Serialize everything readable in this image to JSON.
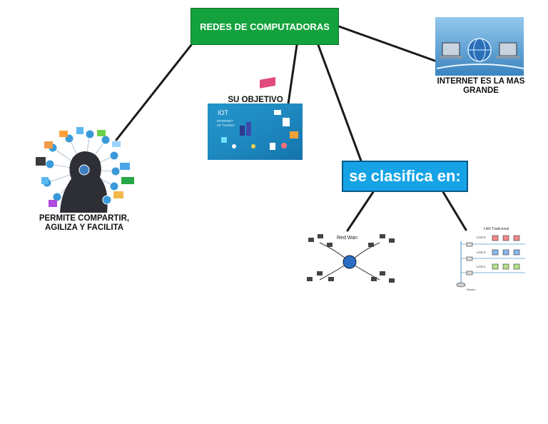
{
  "main_topic": "REDES DE COMPUTADORAS",
  "classification_label": "se clasifica en:",
  "branches": {
    "objective_caption": "SU OBJETIVO",
    "internet_caption": "INTERNET ES LA MAS GRANDE",
    "sharing_caption": "PERMITE COMPARTIR, AGILIZA Y FACILITA"
  },
  "images": {
    "iot_title": "IOT",
    "iot_subtitle_line1": "INTERNET",
    "iot_subtitle_line2": "OF THINGS",
    "wan_label": "Red Wan",
    "lan_title": "LAN Tradicional",
    "lan_rows": [
      "LAN 3",
      "LAN 2",
      "LAN 1"
    ],
    "router_label": "Router"
  },
  "colors": {
    "main_node": "#13a23d",
    "class_node": "#16a3e6",
    "connector": "#1a1a1a"
  }
}
